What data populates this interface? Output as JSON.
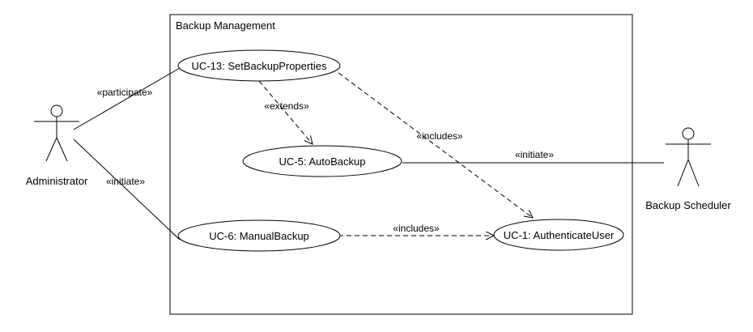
{
  "system": {
    "title": "Backup Management"
  },
  "actors": {
    "administrator": {
      "label": "Administrator"
    },
    "scheduler": {
      "label": "Backup Scheduler"
    }
  },
  "use_cases": {
    "uc13": {
      "label": "UC-13: SetBackupProperties"
    },
    "uc5": {
      "label": "UC-5: AutoBackup"
    },
    "uc6": {
      "label": "UC-6: ManualBackup"
    },
    "uc1": {
      "label": "UC-1: AuthenticateUser"
    }
  },
  "relations": {
    "admin_uc13": {
      "label": "«participate»"
    },
    "admin_uc6": {
      "label": "«initiate»"
    },
    "uc13_uc5": {
      "label": "«extends»"
    },
    "uc13_uc1": {
      "label": "«includes»"
    },
    "uc6_uc1": {
      "label": "«includes»"
    },
    "scheduler_uc5": {
      "label": "«initiate»"
    }
  }
}
